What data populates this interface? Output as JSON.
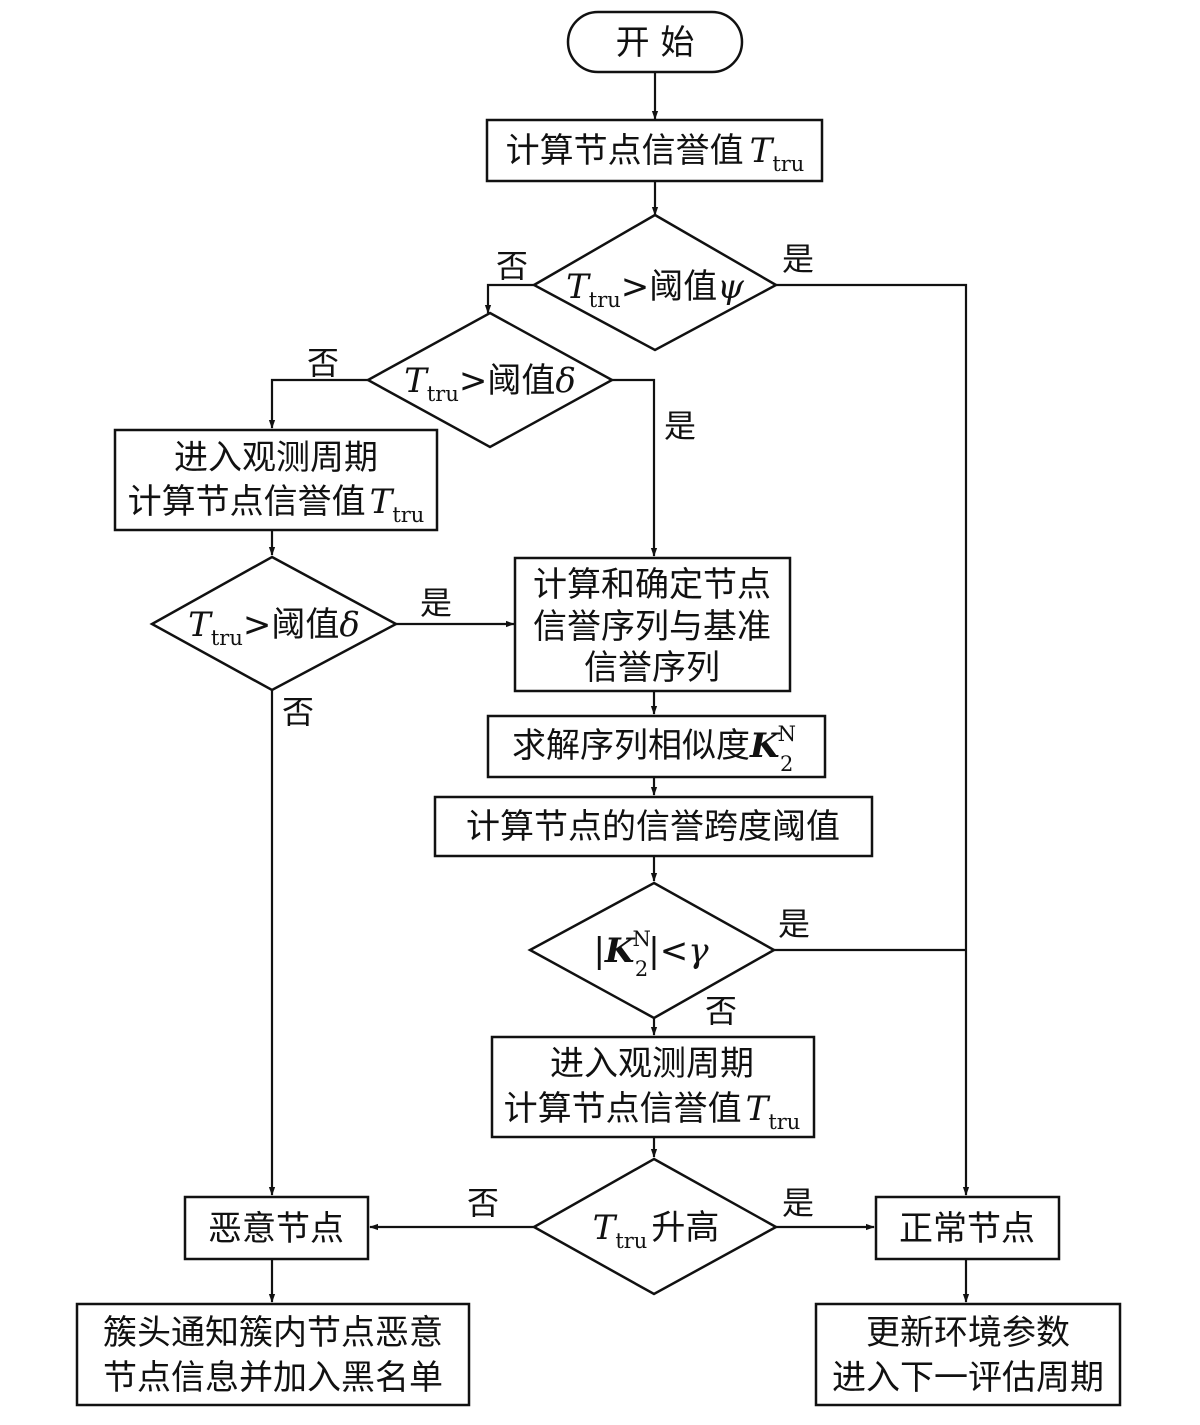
{
  "nodes": {
    "start": "开  始",
    "calc1_text": "计算节点信誉值",
    "d1_text": "阈值",
    "d2_text": "阈值",
    "obs1_line1": "进入观测周期",
    "obs1_line2": "计算节点信誉值",
    "d3_text": "阈值",
    "seq_line1": "计算和确定节点",
    "seq_line2": "信誉序列与基准",
    "seq_line3": "信誉序列",
    "solve_text": "求解序列相似度",
    "span_text": "计算节点的信誉跨度阈值",
    "obs2_line1": "进入观测周期",
    "obs2_line2": "计算节点信誉值",
    "d5_text": "升高",
    "malicious": "恶意节点",
    "normal": "正常节点",
    "notify_line1": "簇头通知簇内节点恶意",
    "notify_line2": "节点信息并加入黑名单",
    "update_line1": "更新环境参数",
    "update_line2": "进入下一评估周期"
  },
  "symbols": {
    "T": "T",
    "tru": "tru",
    "gt": ">",
    "lt": "<",
    "psi": "ψ",
    "delta": "δ",
    "gamma": "γ",
    "K": "K",
    "N": "N",
    "two": "2",
    "bar": "|"
  },
  "labels": {
    "yes": "是",
    "no": "否"
  }
}
